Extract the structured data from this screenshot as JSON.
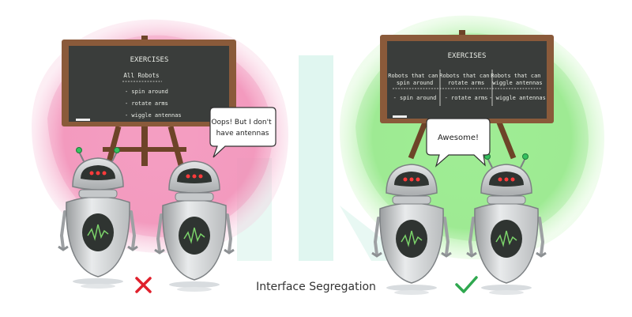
{
  "caption": "Interface Segregation",
  "colors": {
    "bad_blob": "#f28fb7",
    "good_blob": "#93ea86",
    "board": "#3a3d3b",
    "frame": "#8a5a3a",
    "cross": "#e0202c",
    "check": "#2fa84f",
    "watermark": "#c7efe4"
  },
  "left_scene": {
    "board_title": "EXERCISES",
    "interface_name": "All Robots",
    "methods": [
      "- spin around",
      "- rotate arms",
      "- wiggle antennas"
    ],
    "bubble_lines": [
      "Oops! But I don't",
      "have antennas"
    ],
    "verdict_icon": "cross-icon"
  },
  "right_scene": {
    "board_title": "EXERCISES",
    "columns": [
      {
        "header": [
          "Robots that can",
          "spin around"
        ],
        "method": "- spin around"
      },
      {
        "header": [
          "Robots that can",
          "rotate arms"
        ],
        "method": "- rotate arms"
      },
      {
        "header": [
          "Robots that can",
          "wiggle antennas"
        ],
        "method": "- wiggle antennas"
      }
    ],
    "bubble_text": "Awesome!",
    "verdict_icon": "check-icon"
  }
}
